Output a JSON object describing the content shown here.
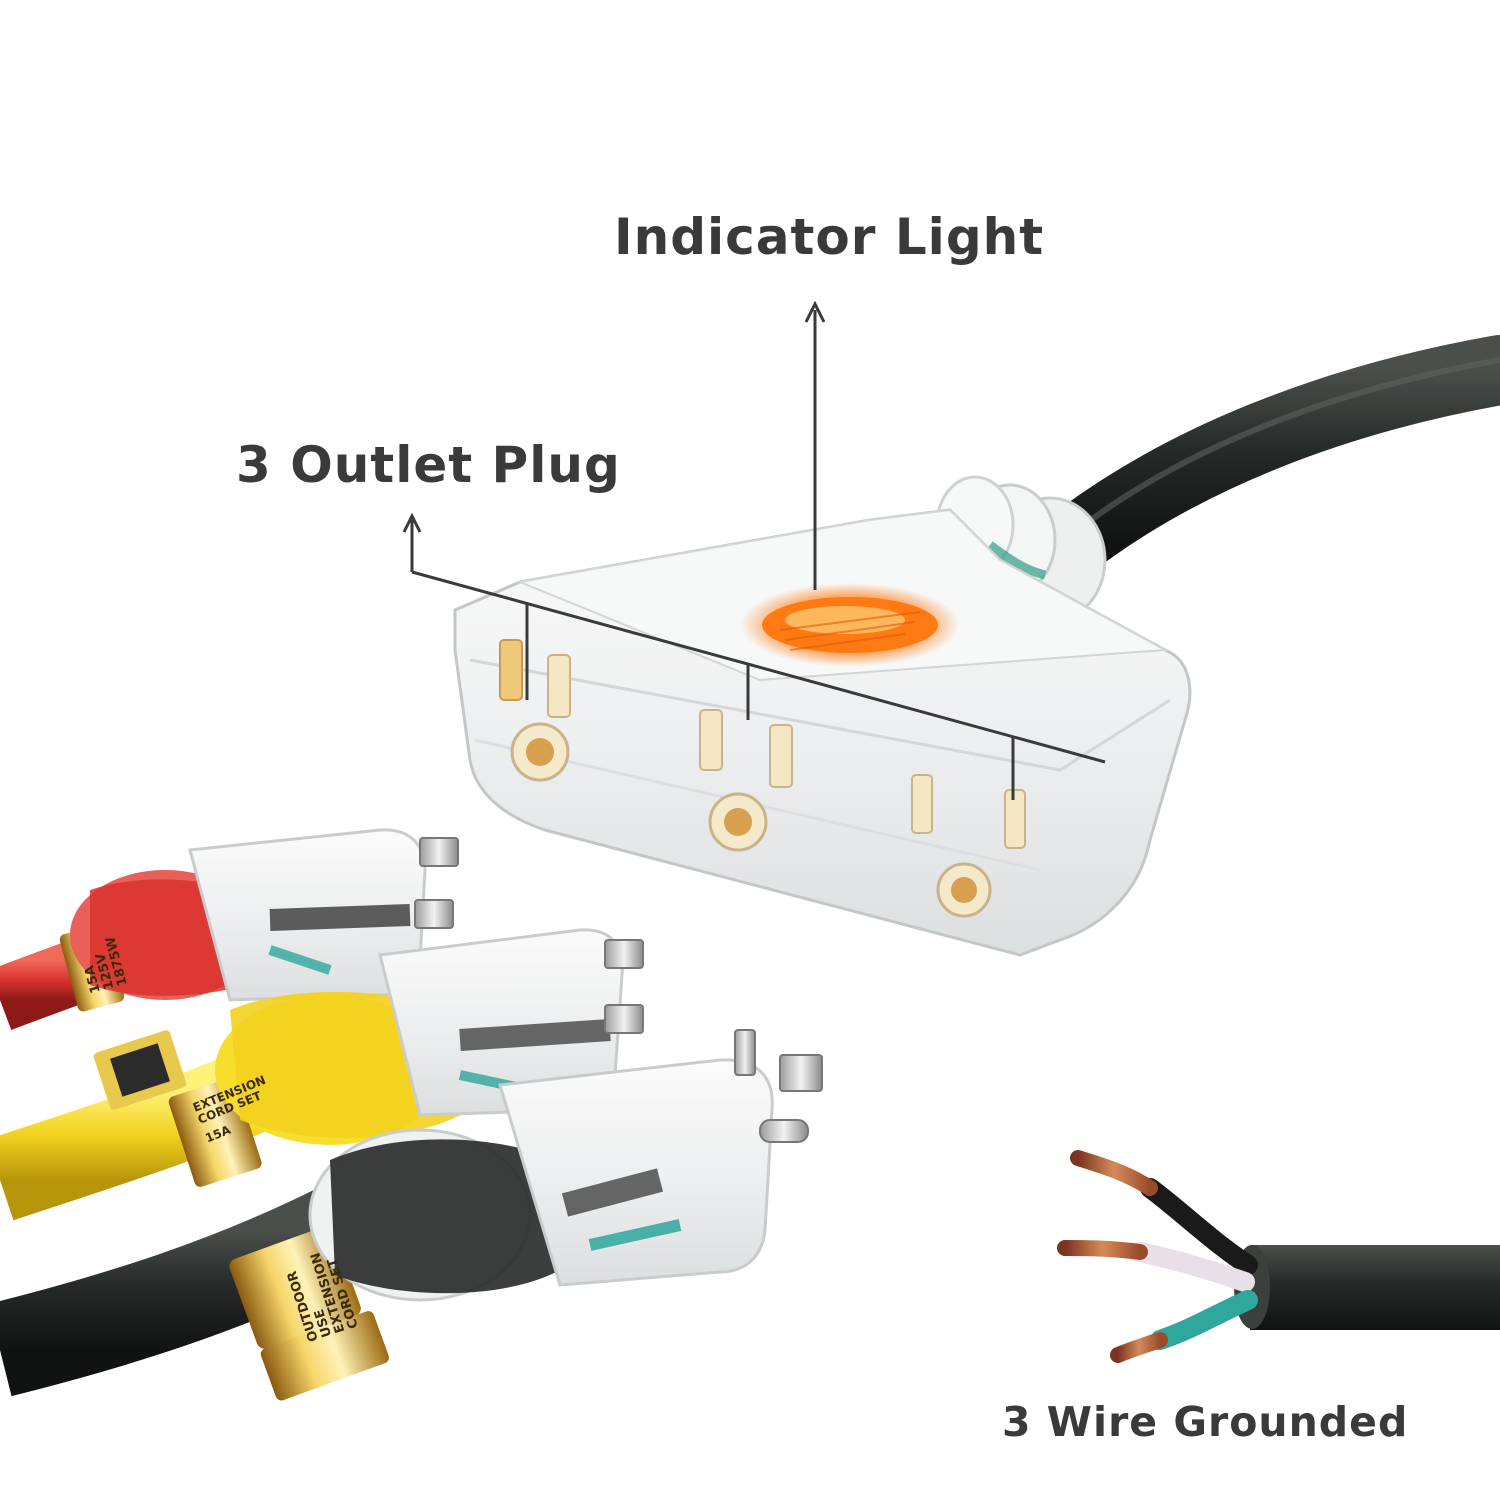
{
  "callouts": {
    "indicator_light": "Indicator Light",
    "outlet_plug": "3 Outlet Plug",
    "wire_grounded": "3 Wire Grounded"
  },
  "cord_tags": {
    "red": [
      "15A",
      "125V",
      "1875W"
    ],
    "yellow": [
      "EXTENSION",
      "CORD SET",
      "15A"
    ],
    "black": [
      "OUTDOOR",
      "USE",
      "EXTENSION",
      "CORD SET"
    ]
  },
  "colors": {
    "background": "#ffffff",
    "label_text": "#3a3a3c",
    "cord_black": "#262a28",
    "cord_red": "#d9332f",
    "cord_yellow": "#f2d21f",
    "indicator_glow": "#ff7a12",
    "ground_wire": "#2fa79c",
    "copper": "#b8603e"
  }
}
